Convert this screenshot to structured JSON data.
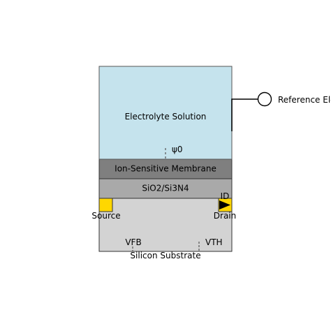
{
  "layers": {
    "electrolyte": {
      "label": "Electrolyte Solution",
      "color": "#c5e3ed"
    },
    "membrane": {
      "label": "Ion-Sensitive Membrane",
      "color": "#7f7f7f"
    },
    "oxide": {
      "label": "SiO2/Si3N4",
      "color": "#a9a9a9"
    },
    "substrate": {
      "label": "Silicon Substrate",
      "color": "#d3d3d3"
    }
  },
  "potential_label": "ψ0",
  "reference_electrode": {
    "label": "Reference Electrode"
  },
  "source": {
    "label": "Source",
    "color": "#ffd700"
  },
  "drain": {
    "label": "Drain",
    "color": "#ffd700"
  },
  "current_label": "ID",
  "voltages": {
    "vfb": "VFB",
    "vth": "VTH"
  },
  "outline_color": "#333333"
}
